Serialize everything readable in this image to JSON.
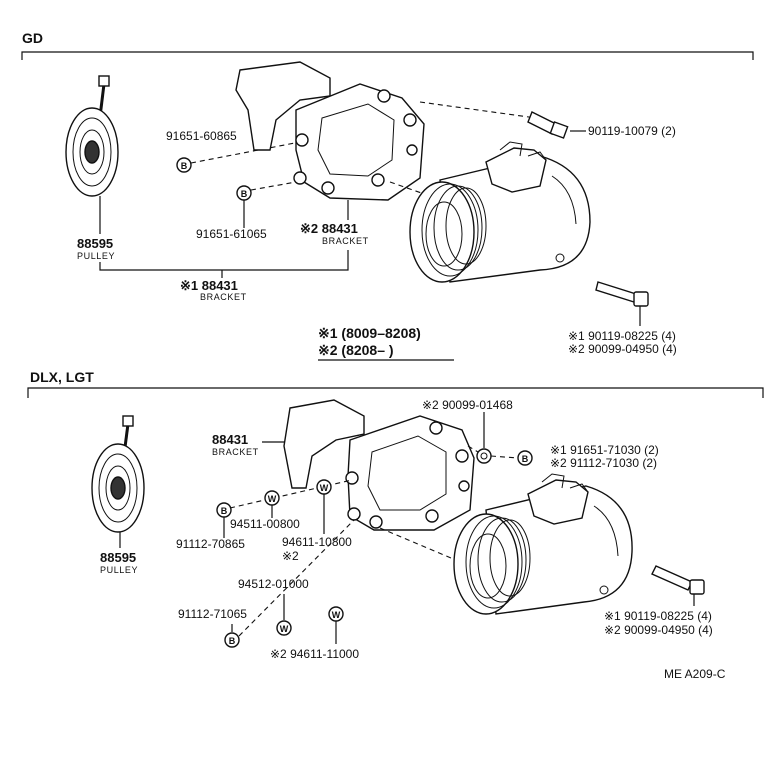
{
  "sections": {
    "gd": "GD",
    "dlx": "DLX, LGT"
  },
  "gd": {
    "pulley_no": "88595",
    "pulley_name": "PULLEY",
    "bolt_top_no": "91651-60865",
    "bolt_lower_no": "91651-61065",
    "bracket2_no": "※2 88431",
    "bracket2_name": "BRACKET",
    "bracket1_no": "※1 88431",
    "bracket1_name": "BRACKET",
    "stud_no": "90119-10079 (2)",
    "comp_bolt_1": "※1 90119-08225 (4)",
    "comp_bolt_2": "※2 90099-04950 (4)",
    "legend_1": "※1 (8009–8208)",
    "legend_2": "※2 (8208–      )",
    "badge_b": "B"
  },
  "dlx": {
    "bracket_no": "88431",
    "bracket_name": "BRACKET",
    "nut_no": "※2 90099-01468",
    "bolt_1": "※1 91651-71030 (2)",
    "bolt_2": "※2 91112-71030 (2)",
    "pulley_no": "88595",
    "pulley_name": "PULLEY",
    "washer_a": "94511-00800",
    "bolt_a": "91112-70865",
    "washer_b": "94611-10800",
    "washer_b_note": "※2",
    "washer_c": "94512-01000",
    "bolt_c": "91112-71065",
    "washer_d": "※2 94611-11000",
    "comp_bolt_1": "※1 90119-08225 (4)",
    "comp_bolt_2": "※2 90099-04950 (4)",
    "badge_b": "B",
    "badge_w": "W"
  },
  "ref_code": "ME A209-C"
}
